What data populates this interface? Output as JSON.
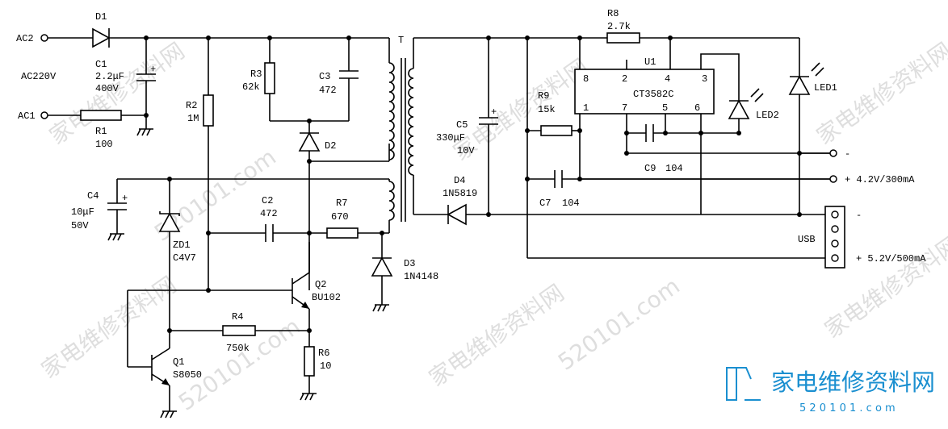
{
  "components": {
    "D1": "D1",
    "C1": [
      "C1",
      "2.2μF",
      "400V"
    ],
    "R1": [
      "R1",
      "100"
    ],
    "R2": [
      "R2",
      "1M"
    ],
    "R3": [
      "R3",
      "62k"
    ],
    "C3": [
      "C3",
      "472"
    ],
    "D2": "D2",
    "T": "T",
    "C4": [
      "C4",
      "10μF",
      "50V"
    ],
    "ZD1": [
      "ZD1",
      "C4V7"
    ],
    "C2": [
      "C2",
      "472"
    ],
    "R7": [
      "R7",
      "670"
    ],
    "D3": [
      "D3",
      "1N4148"
    ],
    "Q2": [
      "Q2",
      "BU102"
    ],
    "R4": [
      "R4",
      "750k"
    ],
    "R6": [
      "R6",
      "10"
    ],
    "Q1": [
      "Q1",
      "S8050"
    ],
    "C5": [
      "C5",
      "330μF",
      "10V"
    ],
    "D4": [
      "D4",
      "1N5819"
    ],
    "R9": [
      "R9",
      "15k"
    ],
    "C7": [
      "C7",
      "104"
    ],
    "C9": [
      "C9",
      "104"
    ],
    "R8": [
      "R8",
      "2.7k"
    ],
    "U1": [
      "U1",
      "CT3582C"
    ],
    "U1_pins": [
      "8",
      "2",
      "4",
      "3",
      "1",
      "7",
      "5",
      "6"
    ],
    "LED1": "LED1",
    "LED2": "LED2",
    "USB": "USB"
  },
  "terminals": {
    "AC2": "AC2",
    "AC220V": "AC220V",
    "AC1": "AC1",
    "out_minus": "-",
    "out_plus": "+ 4.2V/300mA",
    "usb_minus": "-",
    "usb_plus": "+ 5.2V/500mA"
  },
  "watermark": {
    "text": "家电维修资料网",
    "site": "520101.com",
    "logo_cn": "家电维修资料网",
    "logo_url": "5 2 0 1 0 1 . c o m"
  },
  "colors": {
    "ink": "#000000",
    "logo": "#1a8fd0",
    "watermark": "#8a8a8a"
  }
}
